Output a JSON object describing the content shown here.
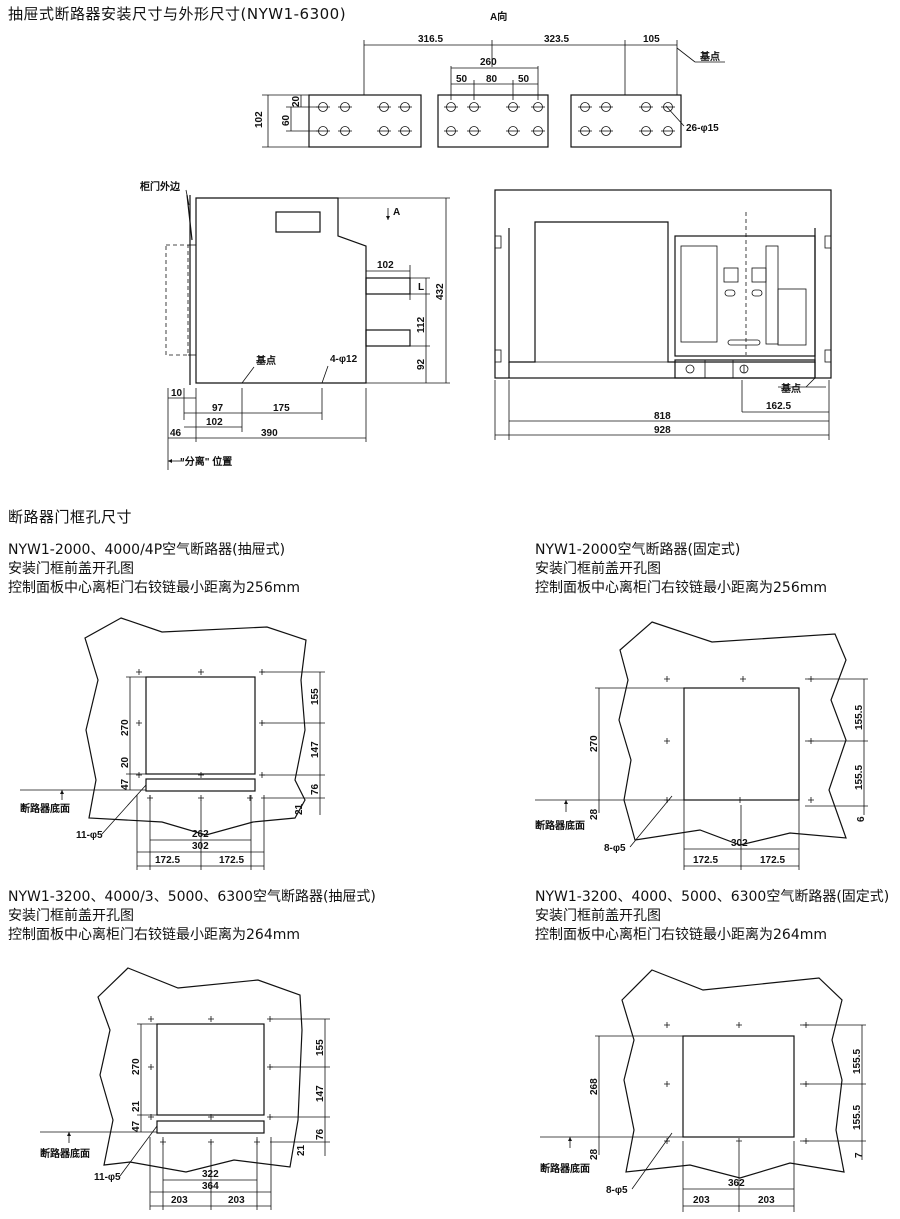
{
  "title": "抽屉式断路器安装尺寸与外形尺寸(NYW1-6300)",
  "section2_title": "断路器门框孔尺寸",
  "view_a_label": "A向",
  "top": {
    "dims": {
      "d316": "316.5",
      "d323": "323.5",
      "d105": "105",
      "d260": "260",
      "d50a": "50",
      "d80": "80",
      "d50b": "50",
      "d20": "20",
      "d60": "60",
      "d102": "102"
    },
    "holes_label": "26-φ15",
    "datum": "基点"
  },
  "side": {
    "door_edge": "柜门外边",
    "arrow_a": "A",
    "d102top": "102",
    "L": "L",
    "d432": "432",
    "d112": "112",
    "d92": "92",
    "datum": "基点",
    "holes": "4-φ12",
    "d10": "10",
    "d97": "97",
    "d175": "175",
    "d102b": "102",
    "d46": "46",
    "d390": "390",
    "separated": "\"分离\" 位置"
  },
  "front": {
    "datum": "基点",
    "d162": "162.5",
    "d818": "818",
    "d928": "928"
  },
  "panels": [
    {
      "line1": "NYW1-2000、4000/4P空气断路器(抽屉式)",
      "line2": "安装门框前盖开孔图",
      "line3": "控制面板中心离柜门右铰链最小距离为256mm",
      "d270": "270",
      "d20": "20",
      "d47": "47",
      "d155": "155",
      "d147": "147",
      "d76": "76",
      "d21": "21",
      "holes": "11-φ5",
      "bottom": "断路器底面",
      "w1": "262",
      "w2": "302",
      "h1": "172.5",
      "h2": "172.5"
    },
    {
      "line1": "NYW1-2000空气断路器(固定式)",
      "line2": "安装门框前盖开孔图",
      "line3": "控制面板中心离柜门右铰链最小距离为256mm",
      "d270": "270",
      "d28": "28",
      "d155a": "155.5",
      "d155b": "155.5",
      "d6": "6",
      "holes": "8-φ5",
      "bottom": "断路器底面",
      "w1": "302",
      "h1": "172.5",
      "h2": "172.5"
    },
    {
      "line1": "NYW1-3200、4000/3、5000、6300空气断路器(抽屉式)",
      "line2": "安装门框前盖开孔图",
      "line3": "控制面板中心离柜门右铰链最小距离为264mm",
      "d270": "270",
      "d21": "21",
      "d47": "47",
      "d155": "155",
      "d147": "147",
      "d76": "76",
      "d21b": "21",
      "holes": "11-φ5",
      "bottom": "断路器底面",
      "w1": "322",
      "w2": "364",
      "h1": "203",
      "h2": "203"
    },
    {
      "line1": "NYW1-3200、4000、5000、6300空气断路器(固定式)",
      "line2": "安装门框前盖开孔图",
      "line3": "控制面板中心离柜门右铰链最小距离为264mm",
      "d268": "268",
      "d28": "28",
      "d155a": "155.5",
      "d155b": "155.5",
      "d7": "7",
      "holes": "8-φ5",
      "bottom": "断路器底面",
      "w1": "362",
      "h1": "203",
      "h2": "203"
    }
  ]
}
